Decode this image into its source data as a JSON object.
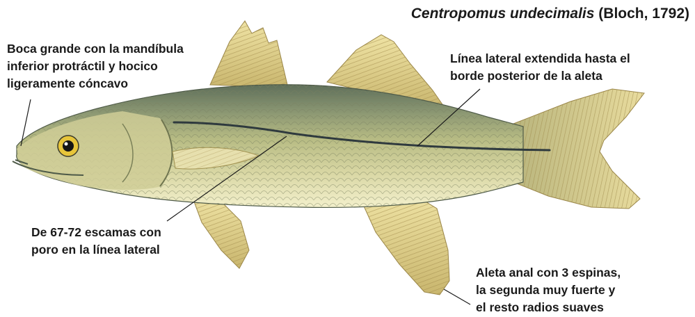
{
  "title": {
    "scientific_name": "Centropomus undecimalis",
    "author": "(Bloch, 1792)"
  },
  "annotations": {
    "mouth": {
      "lines": [
        "Boca grande con la mandíbula",
        "inferior protráctil y hocico",
        "ligeramente cóncavo"
      ]
    },
    "lateral_line": {
      "lines": [
        "Línea lateral extendida hasta el",
        "borde posterior de la aleta"
      ]
    },
    "scales": {
      "lines": [
        "De 67-72 escamas con",
        "poro en la línea lateral"
      ]
    },
    "anal_fin": {
      "lines": [
        "Aleta anal con 3 espinas,",
        "la segunda muy fuerte y",
        "el resto radios suaves"
      ]
    }
  },
  "colors": {
    "body_back": "#6f8064",
    "body_mid": "#b9bd82",
    "body_belly": "#f1efc8",
    "fin": "#ddcf88",
    "fin_ray": "#a89450",
    "lateral_line": "#2f3a3e",
    "eye_iris": "#e7c53a",
    "text": "#1a1a1a"
  }
}
